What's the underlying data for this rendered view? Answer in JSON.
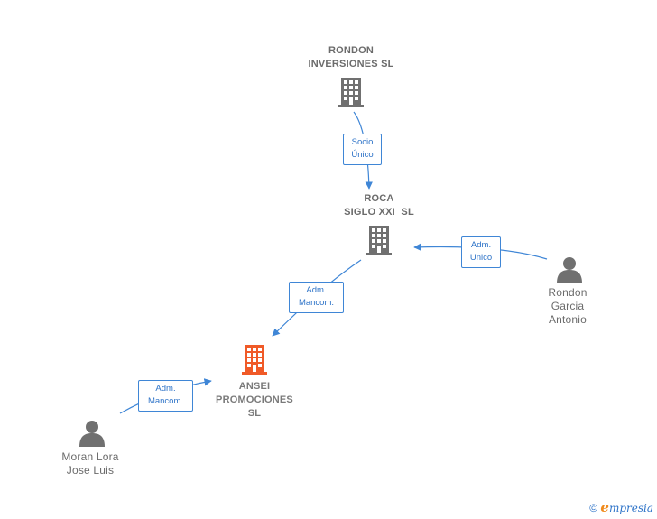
{
  "nodes": {
    "rondon_inversiones": {
      "line1": "RONDON",
      "line2": "INVERSIONES SL",
      "color": "#707070"
    },
    "roca_siglo": {
      "line1": "ROCA",
      "line2": "SIGLO XXI  SL",
      "color": "#707070"
    },
    "ansei": {
      "line1": "ANSEI",
      "line2": "PROMOCIONES",
      "line3": "SL",
      "color": "#f05a28"
    },
    "rondon_garcia": {
      "line1": "Rondon",
      "line2": "Garcia",
      "line3": "Antonio",
      "color": "#707070"
    },
    "moran_lora": {
      "line1": "Moran Lora",
      "line2": "Jose Luis",
      "color": "#707070"
    }
  },
  "edges": {
    "socio_unico": {
      "line1": "Socio",
      "line2": "Único"
    },
    "adm_unico": {
      "line1": "Adm.",
      "line2": "Unico"
    },
    "adm_mancom_roca": {
      "line1": "Adm.",
      "line2": "Mancom."
    },
    "adm_mancom_moran": {
      "line1": "Adm.",
      "line2": "Mancom."
    }
  },
  "footer": {
    "copyright": "©",
    "brand_initial": "e",
    "brand_rest": "mpresia"
  },
  "colors": {
    "edge": "#3f86d6",
    "company": "#707070",
    "focus_company": "#f05a28",
    "person": "#707070"
  }
}
